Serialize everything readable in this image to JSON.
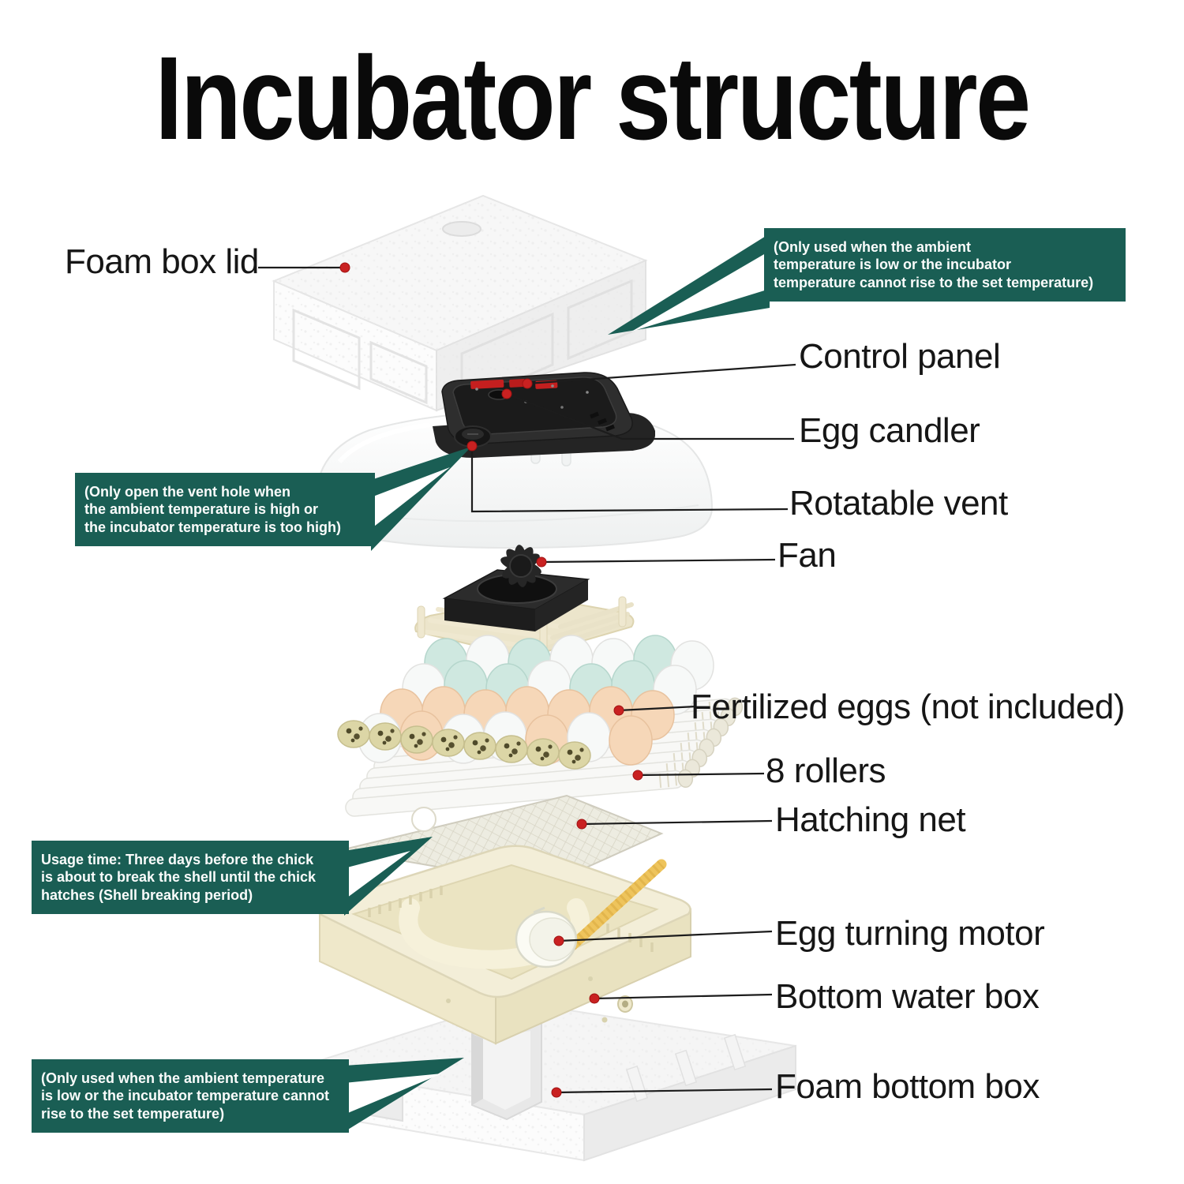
{
  "title": "Incubator structure",
  "colors": {
    "accent_green": "#1a5e54",
    "marker_red": "#c92121",
    "led_red": "#c41f1f"
  },
  "part_labels": {
    "foam_box_lid": "Foam box lid",
    "control_panel": "Control panel",
    "egg_candler": "Egg candler",
    "rotatable_vent": "Rotatable vent",
    "fan": "Fan",
    "fertilized_eggs": "Fertilized eggs (not included)",
    "rollers": "8 rollers",
    "hatching_net": "Hatching net",
    "egg_turning_motor": "Egg turning motor",
    "bottom_water_box": "Bottom water box",
    "foam_bottom_box": "Foam bottom box"
  },
  "callouts": {
    "lid_heater_note": "(Only used when the ambient\ntemperature is low or the incubator\ntemperature cannot rise to the set temperature)",
    "vent_note": "(Only open the vent hole when\nthe ambient temperature is high or\nthe incubator temperature is too high)",
    "hatching_net_usage_note": "Usage time: Three days before the chick\nis about to break the shell until the chick\nhatches (Shell breaking period)",
    "bottom_box_note": "(Only used when the ambient temperature\nis low or the incubator temperature cannot\nrise to the set temperature)"
  }
}
